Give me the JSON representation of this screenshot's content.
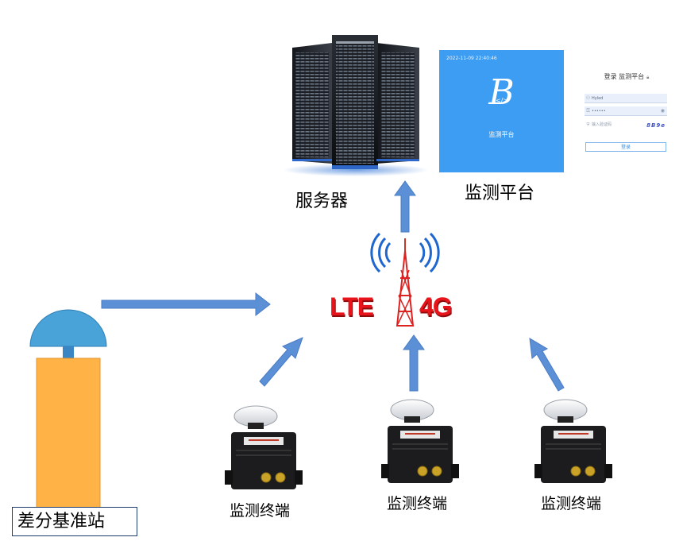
{
  "server": {
    "label": "服务器"
  },
  "platform": {
    "label": "监测平台",
    "splash_timestamp": "2022-11-09 22:40:46",
    "splash_logo": "B",
    "splash_code": "</>",
    "splash_name": "监测平台",
    "login_title": "登录 监测平台",
    "username": "Hyled",
    "password": "••••••",
    "captcha_placeholder": "输入验证码",
    "captcha": "8B9e",
    "login_button": "登录"
  },
  "network": {
    "left_text": "LTE",
    "right_text": "4G"
  },
  "base_station": {
    "label": "差分基准站"
  },
  "terminals": [
    {
      "label": "监测终端"
    },
    {
      "label": "监测终端"
    },
    {
      "label": "监测终端"
    }
  ],
  "colors": {
    "arrow": "#5b8fd6",
    "base_body": "#ffb347",
    "base_dome": "#4aa3d8",
    "platform_bg": "#3d9df2",
    "lte_text": "#e8141b"
  }
}
